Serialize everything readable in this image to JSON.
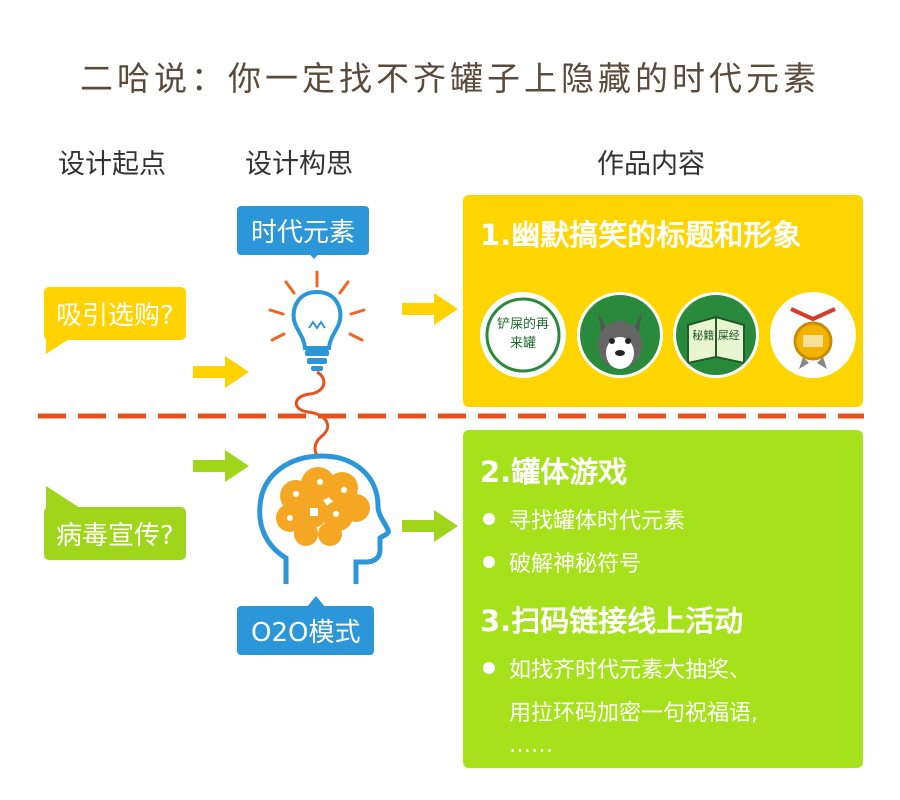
{
  "title": "二哈说：你一定找不齐罐子上隐藏的时代元素",
  "columns": {
    "start": "设计起点",
    "concept": "设计构思",
    "content": "作品内容"
  },
  "concept_tags": {
    "top": "时代元素",
    "bottom": "O2O模式"
  },
  "start_bubbles": {
    "top": "吸引选购?",
    "bottom": "病毒宣传?"
  },
  "panel1": {
    "title": "1.幽默搞笑的标题和形象",
    "icons": [
      {
        "text": "铲屎的再来罐",
        "icon": "text-badge-icon"
      },
      {
        "text": "",
        "icon": "husky-dog-icon"
      },
      {
        "text": "秘籍 屎经",
        "icon": "book-icon"
      },
      {
        "text": "",
        "icon": "medal-icon"
      }
    ]
  },
  "panel2": {
    "title": "2.罐体游戏",
    "bullets": [
      "寻找罐体时代元素",
      "破解神秘符号"
    ],
    "title2": "3.扫码链接线上活动",
    "bullet3_line1": "如找齐时代元素大抽奖、",
    "bullet3_line2": "用拉环码加密一句祝福语,",
    "bullet3_line3": "……"
  },
  "colors": {
    "blue": "#2b97d9",
    "yellow": "#ffd500",
    "green": "#a6e21b",
    "divider": "#e8501c",
    "brain": "#f5a623"
  }
}
